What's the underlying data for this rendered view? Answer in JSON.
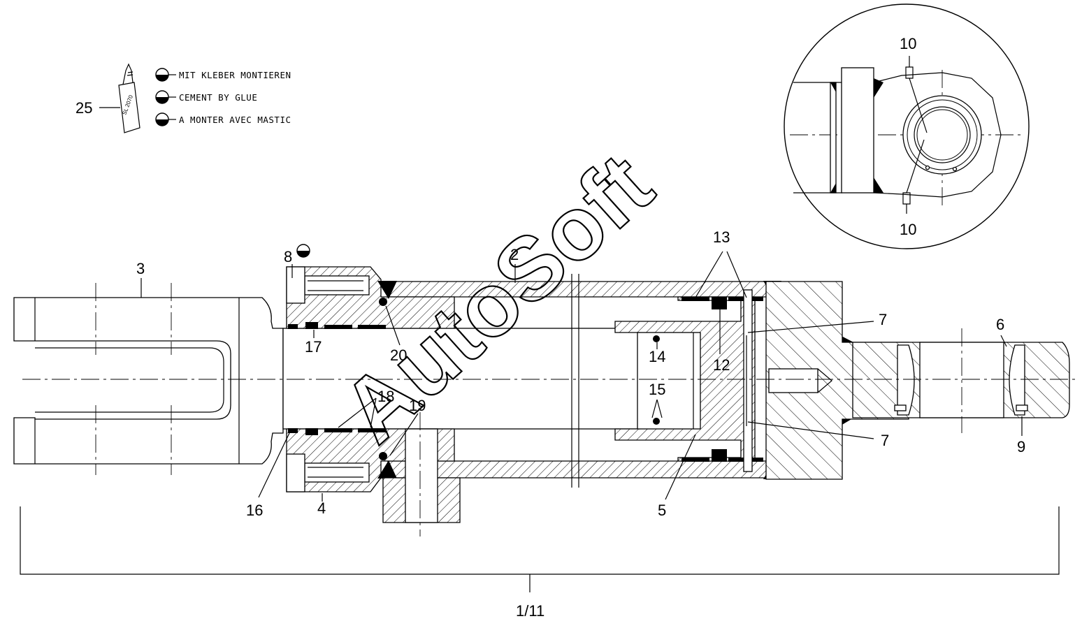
{
  "watermark": "AutoSoft",
  "legend": {
    "tube_label": "SL 2070",
    "lines": [
      "MIT KLEBER MONTIEREN",
      "CEMENT BY GLUE",
      "A MONTER AVEC MASTIC"
    ]
  },
  "callouts": {
    "p1_11": "1/11",
    "p2": "2",
    "p3": "3",
    "p4": "4",
    "p5": "5",
    "p6": "6",
    "p7a": "7",
    "p7b": "7",
    "p8": "8",
    "p9": "9",
    "p10a": "10",
    "p10b": "10",
    "p12": "12",
    "p13": "13",
    "p14": "14",
    "p15": "15",
    "p16": "16",
    "p17": "17",
    "p18": "18",
    "p19": "19",
    "p20": "20",
    "p25": "25"
  }
}
